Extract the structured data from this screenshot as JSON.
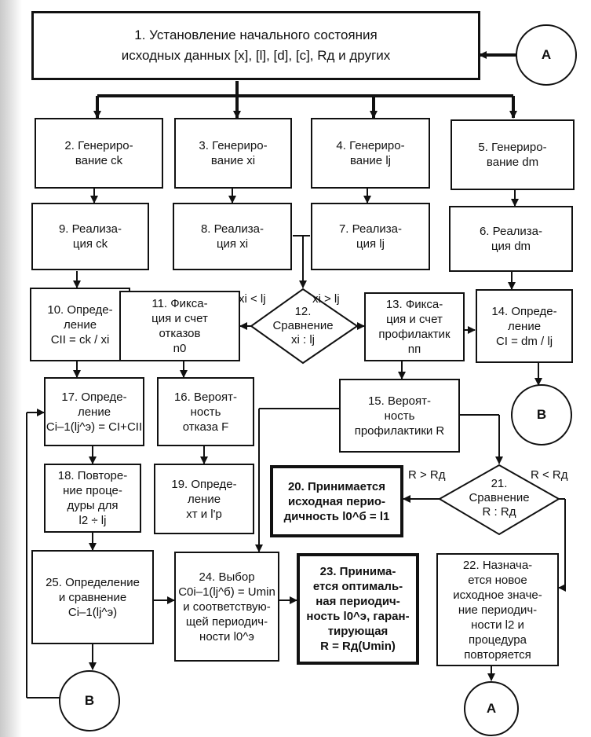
{
  "blocks": {
    "b1": [
      "1. Установление начального состояния",
      "исходных данных [x], [l], [d], [c], Rд и других"
    ],
    "b2": [
      "2. Генериро-",
      "вание ck"
    ],
    "b3": [
      "3. Генериро-",
      "вание xi"
    ],
    "b4": [
      "4. Генериро-",
      "вание lj"
    ],
    "b5": [
      "5. Генериро-",
      "вание dm"
    ],
    "b9": [
      "9. Реализа-",
      "ция ck"
    ],
    "b8": [
      "8. Реализа-",
      "ция xi"
    ],
    "b7": [
      "7. Реализа-",
      "ция lj"
    ],
    "b6": [
      "6. Реализа-",
      "ция dm"
    ],
    "b10": [
      "10. Опреде-",
      "ление",
      "CII = ck / xi"
    ],
    "b11": [
      "11. Фикса-",
      "ция и счет",
      "отказов",
      "n0"
    ],
    "b12": [
      "12.",
      "Сравнение",
      "xi : lj"
    ],
    "b13": [
      "13. Фикса-",
      "ция и счет",
      "профилактик",
      "nп"
    ],
    "b14": [
      "14. Опреде-",
      "ление",
      "CI = dm / lj"
    ],
    "b17": [
      "17. Опреде-",
      "ление",
      "Ci–1(lj^э) = CI+CII"
    ],
    "b16": [
      "16. Вероят-",
      "ность",
      "отказа F"
    ],
    "b15": [
      "15. Вероят-",
      "ность",
      "профилактики R"
    ],
    "b18": [
      "18. Повторе-",
      "ние проце-",
      "дуры для",
      "l2 ÷ lj"
    ],
    "b19": [
      "19. Опреде-",
      "ление",
      "xт и l'р"
    ],
    "b20": [
      "20. Принимается",
      "исходная перио-",
      "дичность l0^б = l1"
    ],
    "b21": [
      "21.",
      "Сравнение",
      "R : Rд"
    ],
    "b25": [
      "25. Определение",
      "и сравнение",
      "Ci–1(lj^э)"
    ],
    "b24": [
      "24. Выбор",
      "C0i–1(lj^б) = Umin",
      "и соответствую-",
      "щей периодич-",
      "ности l0^э"
    ],
    "b23": [
      "23. Принима-",
      "ется оптималь-",
      "ная периодич-",
      "ность l0^э, гаран-",
      "тирующая",
      "R = Rд(Umin)"
    ],
    "b22": [
      "22. Назнача-",
      "ется новое",
      "исходное значе-",
      "ние периодич-",
      "ности l2 и",
      "процедура",
      "повторяется"
    ]
  },
  "connectors": {
    "a_top": "A",
    "a_bottom": "A",
    "b_right": "B",
    "b_left": "B"
  },
  "edge_labels": {
    "xi_less": "xi < lj",
    "xi_greater": "xi > lj",
    "r_greater": "R > Rд",
    "r_less": "R < Rд"
  }
}
